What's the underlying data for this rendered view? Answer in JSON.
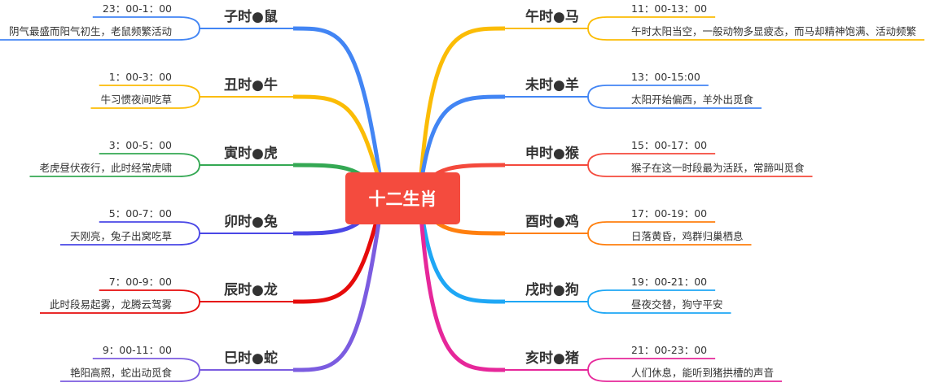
{
  "center": {
    "title": "十二生肖",
    "color": "#f44b3e"
  },
  "left": [
    {
      "topic": "子时●鼠",
      "time": "23：00-1：00",
      "desc": "阴气最盛而阳气初生，老鼠频繁活动",
      "color": "#4285f4"
    },
    {
      "topic": "丑时●牛",
      "time": "1：00-3：00",
      "desc": "牛习惯夜间吃草",
      "color": "#fbbc05"
    },
    {
      "topic": "寅时●虎",
      "time": "3：00-5：00",
      "desc": "老虎昼伏夜行，此时经常虎啸",
      "color": "#34a853"
    },
    {
      "topic": "卯时●兔",
      "time": "5：00-7：00",
      "desc": "天刚亮，兔子出窝吃草",
      "color": "#4a47e6"
    },
    {
      "topic": "辰时●龙",
      "time": "7：00-9：00",
      "desc": "此时段易起雾，龙腾云驾雾",
      "color": "#e60b0b"
    },
    {
      "topic": "巳时●蛇",
      "time": "9：00-11：00",
      "desc": "艳阳高照，蛇出动觅食",
      "color": "#7b5ce0"
    }
  ],
  "right": [
    {
      "topic": "午时●马",
      "time": "11：00-13：00",
      "desc": "午时太阳当空，一般动物多显疲态，而马却精神饱满、活动频繁",
      "color": "#fbbc05"
    },
    {
      "topic": "未时●羊",
      "time": "13：00-15:00",
      "desc": "太阳开始偏西，羊外出觅食",
      "color": "#4285f4"
    },
    {
      "topic": "申时●猴",
      "time": "15：00-17：00",
      "desc": "猴子在这一时段最为活跃，常蹄叫觅食",
      "color": "#f4493c"
    },
    {
      "topic": "酉时●鸡",
      "time": "17：00-19：00",
      "desc": "日落黄昏，鸡群归巢栖息",
      "color": "#ff7f0e"
    },
    {
      "topic": "戌时●狗",
      "time": "19：00-21：00",
      "desc": "昼夜交替，狗守平安",
      "color": "#1ea7f5"
    },
    {
      "topic": "亥时●猪",
      "time": "21：00-23：00",
      "desc": "人们休息，能听到猪拱槽的声音",
      "color": "#e6279a"
    }
  ]
}
